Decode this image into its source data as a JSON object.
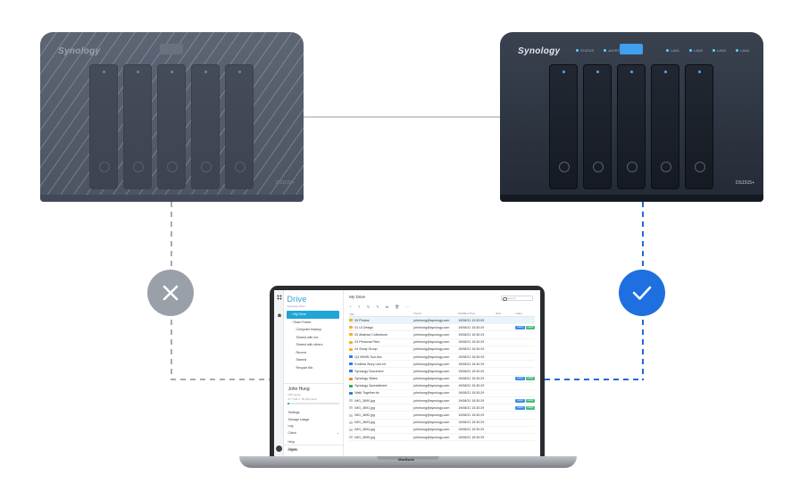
{
  "devices": {
    "source": {
      "brand": "Synology",
      "model": "DS1515+",
      "status": "inactive"
    },
    "target": {
      "brand": "Synology",
      "model": "DS1515+",
      "status": "active",
      "leds": [
        "STATUS",
        "ALERT",
        "LAN1",
        "LAN2",
        "LAN3",
        "LAN4"
      ]
    }
  },
  "badges": {
    "failed_icon": "x-icon",
    "success_icon": "check-icon"
  },
  "colors": {
    "success": "#1e6fe0",
    "failed": "#9aa0a8",
    "drive_accent": "#21a5d6"
  },
  "laptop": {
    "label": "MacBook"
  },
  "app": {
    "logo": "Drive",
    "subtitle": "Synology Drive",
    "nav": [
      {
        "label": "My Drive",
        "icon": "chevron-right-icon"
      },
      {
        "label": "Team Folder",
        "icon": "chevron-right-icon"
      },
      {
        "label": "Computer Backup"
      },
      {
        "label": "Shared with me"
      },
      {
        "label": "Shared with others"
      },
      {
        "label": "Recent"
      },
      {
        "label": "Starred"
      },
      {
        "label": "Recycle Bin"
      }
    ],
    "user": {
      "name": "John Hung",
      "meta_line1": "NAS Quota",
      "meta_line2": "27.7 GB / 1 TB (2%) used",
      "quota_percent": 2.7
    },
    "menu": [
      "Settings",
      "Storage Usage",
      "Log",
      "Client",
      "Help",
      "About"
    ],
    "logout": "Logout",
    "main": {
      "title": "My Drive",
      "search_placeholder": "Search",
      "toolbar": [
        "+",
        "⇧",
        "↻",
        "✎",
        "⇆",
        "🗑",
        "⋯"
      ],
      "columns": [
        "Title",
        "Owner",
        "Modified Time",
        "Size",
        "Label"
      ],
      "rows": [
        {
          "name": "00 Photos",
          "type": "folder",
          "owner": "johnhung@synology.com",
          "modified": "19/08/31 12:20:00",
          "size": "",
          "labels": []
        },
        {
          "name": "01 UI Design",
          "type": "folder",
          "owner": "johnhung@synology.com",
          "modified": "19/08/31 15:30:29",
          "size": "",
          "labels": [
            "Label",
            "Label"
          ]
        },
        {
          "name": "02 Abstract Collections",
          "type": "folder",
          "owner": "johnhung@synology.com",
          "modified": "19/08/31 15:30:29",
          "size": "",
          "labels": []
        },
        {
          "name": "03 Personal Files",
          "type": "folder",
          "owner": "johnhung@synology.com",
          "modified": "19/08/31 15:30:29",
          "size": "",
          "labels": []
        },
        {
          "name": "04 Study Group",
          "type": "folder",
          "owner": "johnhung@synology.com",
          "modified": "19/08/31 15:30:29",
          "size": "",
          "labels": []
        },
        {
          "name": "Q4 WWW Tour.doc",
          "type": "doc",
          "owner": "johnhung@synology.com",
          "modified": "19/08/31 15:30:29",
          "size": "",
          "labels": []
        },
        {
          "name": "Endless Story Line.txt",
          "type": "doc",
          "owner": "johnhung@synology.com",
          "modified": "19/08/31 15:30:29",
          "size": "",
          "labels": []
        },
        {
          "name": "Synology Document",
          "type": "doc",
          "owner": "johnhung@synology.com",
          "modified": "19/08/31 15:30:29",
          "size": "",
          "labels": []
        },
        {
          "name": "Synology Slides",
          "type": "slide",
          "owner": "johnhung@synology.com",
          "modified": "19/08/31 15:30:29",
          "size": "",
          "labels": [
            "Label",
            "Label"
          ]
        },
        {
          "name": "Synology Spreadsheet",
          "type": "sheet",
          "owner": "johnhung@synology.com",
          "modified": "19/08/31 15:30:29",
          "size": "",
          "labels": []
        },
        {
          "name": "Walk Together.txt",
          "type": "doc",
          "owner": "johnhung@synology.com",
          "modified": "19/08/31 15:30:29",
          "size": "",
          "labels": []
        },
        {
          "name": "IMG_3690.jpg",
          "type": "img",
          "owner": "johnhung@synology.com",
          "modified": "19/08/31 15:30:29",
          "size": "",
          "labels": [
            "Label",
            "Label"
          ]
        },
        {
          "name": "IMG_3691.jpg",
          "type": "img",
          "owner": "johnhung@synology.com",
          "modified": "19/08/31 15:30:29",
          "size": "",
          "labels": [
            "Label",
            "Label"
          ]
        },
        {
          "name": "IMG_3692.jpg",
          "type": "img",
          "owner": "johnhung@synology.com",
          "modified": "19/08/31 15:30:29",
          "size": "",
          "labels": []
        },
        {
          "name": "IMG_3693.jpg",
          "type": "img",
          "owner": "johnhung@synology.com",
          "modified": "19/08/31 15:30:29",
          "size": "",
          "labels": []
        },
        {
          "name": "IMG_3694.jpg",
          "type": "img",
          "owner": "johnhung@synology.com",
          "modified": "19/08/31 15:30:29",
          "size": "",
          "labels": []
        },
        {
          "name": "IMG_3695.jpg",
          "type": "img",
          "owner": "johnhung@synology.com",
          "modified": "19/08/31 15:30:29",
          "size": "",
          "labels": []
        }
      ]
    }
  }
}
